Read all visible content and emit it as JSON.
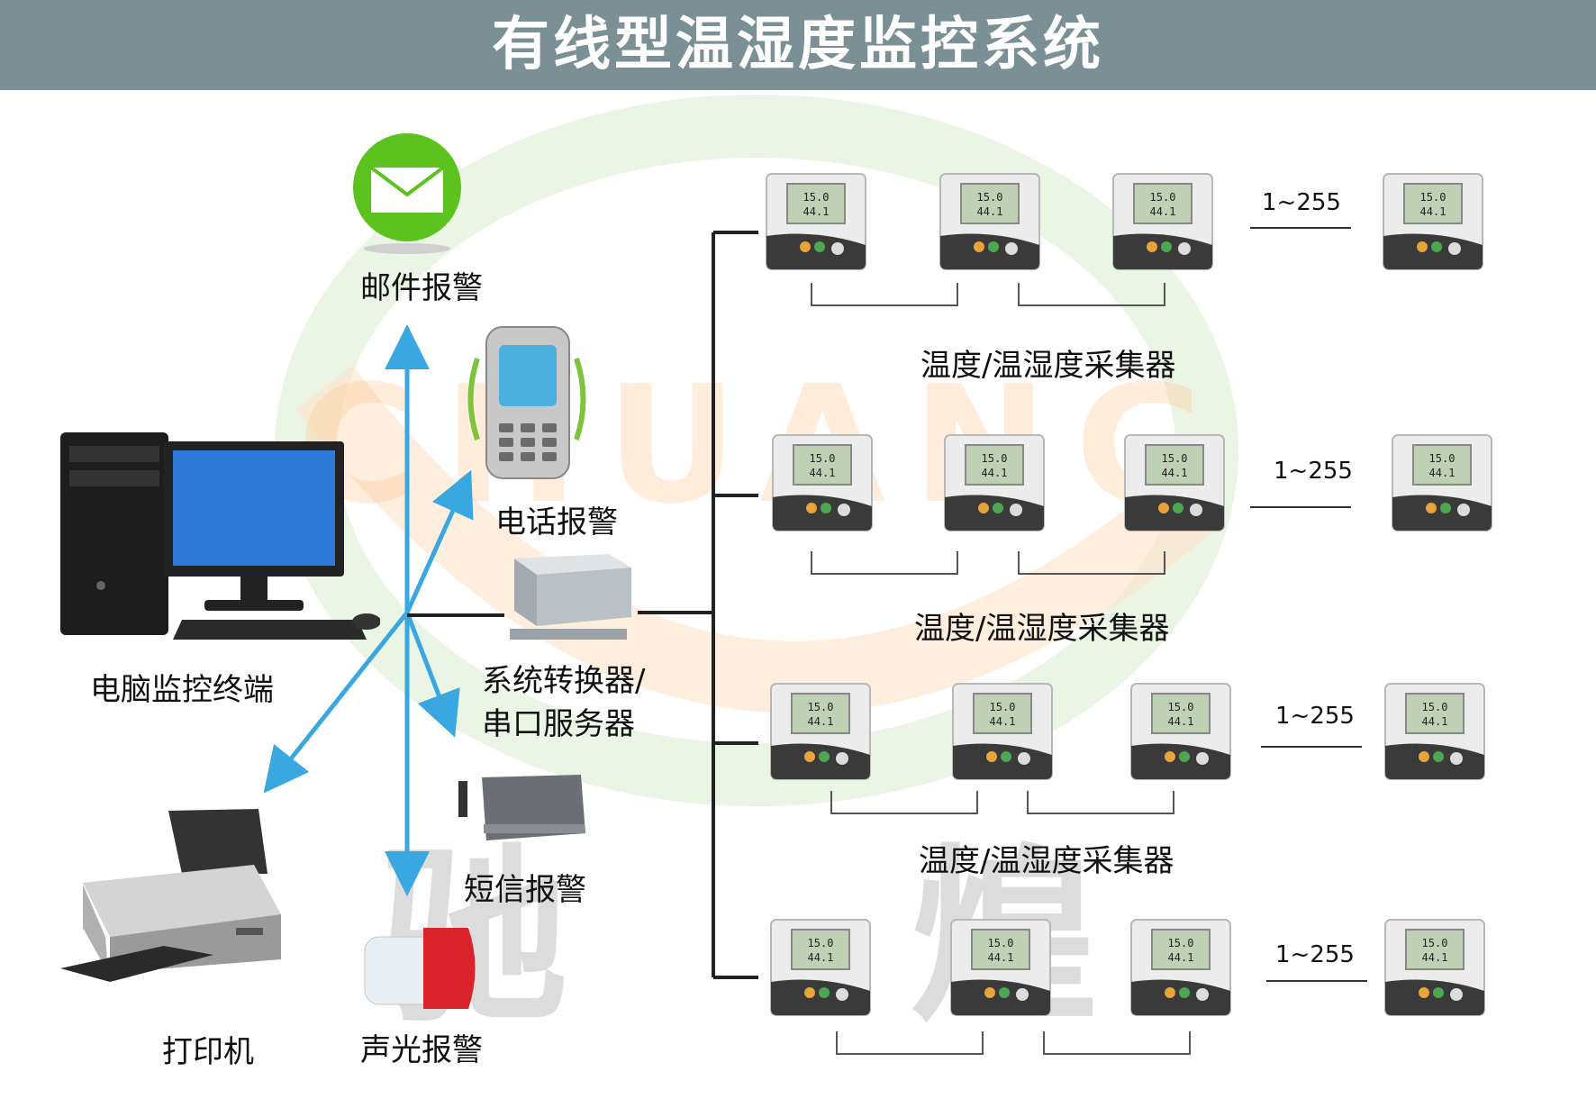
{
  "title": "有线型温湿度监控系统",
  "watermark": {
    "latin": "CHUANG",
    "cjk": [
      "驰",
      "煌"
    ]
  },
  "left_column": {
    "computer_label": "电脑监控终端",
    "printer_label": "打印机"
  },
  "alarm_column": {
    "email_label": "邮件报警",
    "phone_label": "电话报警",
    "converter_label_line1": "系统转换器/",
    "converter_label_line2": "串口服务器",
    "sms_label": "短信报警",
    "siren_label": "声光报警"
  },
  "collector_label": "温度/温湿度采集器",
  "range_label": "1~255",
  "device_display": {
    "line1": "15.0",
    "line2": "44.1"
  },
  "colors": {
    "header_bg": "#7b9094",
    "arrow": "#3aa8e0",
    "email_green": "#5cc31e",
    "siren_red": "#d8242a"
  },
  "rows": [
    {
      "collector_label": "温度/温湿度采集器",
      "range": "1~255"
    },
    {
      "collector_label": "温度/温湿度采集器",
      "range": "1~255"
    },
    {
      "collector_label": "温度/温湿度采集器",
      "range": "1~255"
    },
    {
      "collector_label": "",
      "range": "1~255"
    }
  ]
}
